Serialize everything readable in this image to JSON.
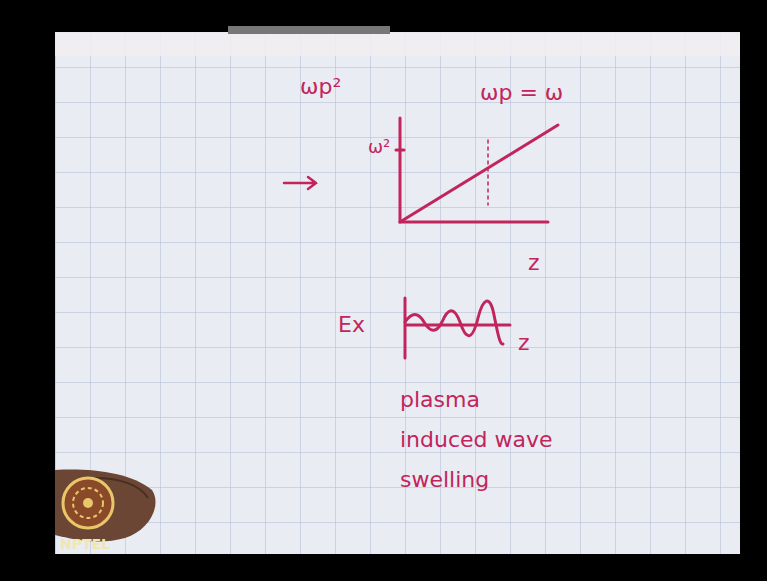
{
  "diagram": {
    "labels": [
      "ωp²",
      "ω²",
      "ωp = ω",
      "z",
      "Ex",
      "z",
      "plasma induced wave swelling",
      "NPTEL"
    ]
  }
}
